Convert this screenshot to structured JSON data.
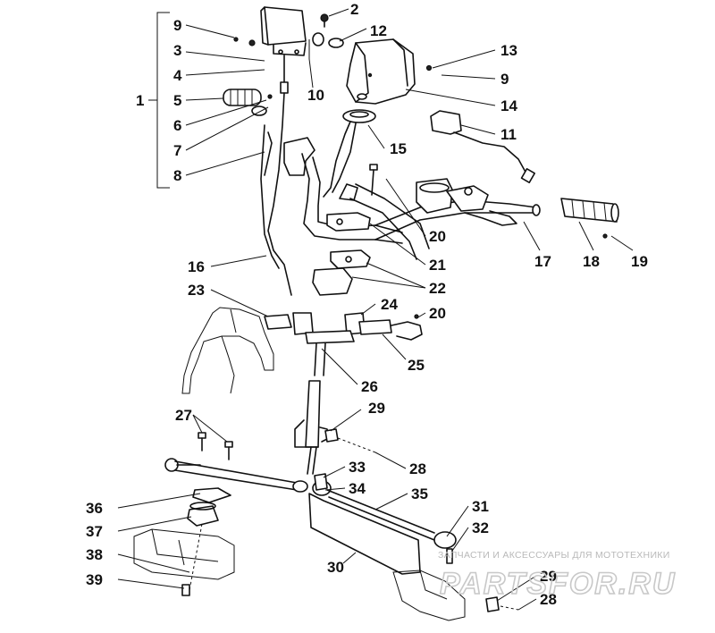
{
  "diagram": {
    "callouts": [
      "1",
      "2",
      "3",
      "4",
      "5",
      "6",
      "7",
      "8",
      "9",
      "9",
      "10",
      "11",
      "12",
      "13",
      "14",
      "15",
      "16",
      "17",
      "18",
      "19",
      "20",
      "20",
      "21",
      "22",
      "23",
      "24",
      "25",
      "26",
      "27",
      "28",
      "28",
      "29",
      "29",
      "30",
      "31",
      "32",
      "33",
      "34",
      "35",
      "36",
      "37",
      "38",
      "39"
    ]
  },
  "watermark": {
    "tagline": "ЗАПЧАСТИ И АКСЕССУАРЫ ДЛЯ МОТОТЕХНИКИ",
    "logo": "PARTSFOR.RU"
  }
}
